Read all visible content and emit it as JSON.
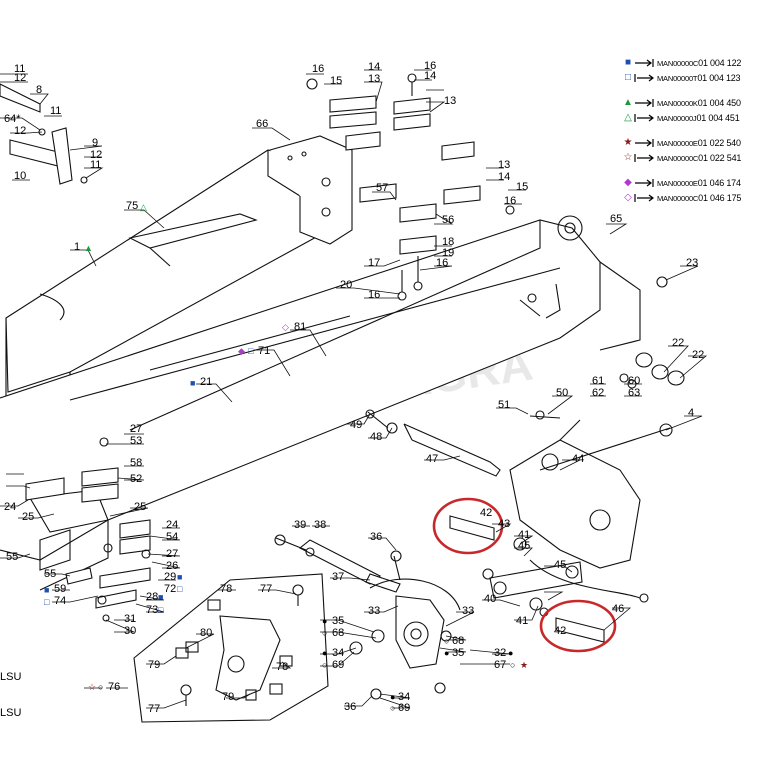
{
  "watermark": "SMEC AGRA",
  "legend": [
    {
      "symbol": "■",
      "color": "#1f4fb0",
      "prefix": "MAN00000C",
      "code": "01 004 122"
    },
    {
      "symbol": "□",
      "color": "#1f4fb0",
      "prefix": "MAN00000T",
      "code": "01 004 123"
    },
    {
      "symbol": "▲",
      "color": "#1a9a3a",
      "prefix": "MAN00000K",
      "code": "01 004 450"
    },
    {
      "symbol": "△",
      "color": "#1a9a3a",
      "prefix": "MAN00000J",
      "code": "01 004 451"
    },
    {
      "symbol": "★",
      "color": "#8a1a1a",
      "prefix": "MAN00000E",
      "code": "01 022 540"
    },
    {
      "symbol": "☆",
      "color": "#8a1a1a",
      "prefix": "MAN00000C",
      "code": "01 022 541"
    },
    {
      "symbol": "◆",
      "color": "#b03ad0",
      "prefix": "MAN00000E",
      "code": "01 046 174"
    },
    {
      "symbol": "◇",
      "color": "#b03ad0",
      "prefix": "MAN00000C",
      "code": "01 046 175"
    }
  ],
  "callouts": [
    {
      "n": "11"
    },
    {
      "n": "12"
    },
    {
      "n": "8"
    },
    {
      "n": "64*"
    },
    {
      "n": "11"
    },
    {
      "n": "12"
    },
    {
      "n": "9"
    },
    {
      "n": "12"
    },
    {
      "n": "11"
    },
    {
      "n": "10"
    },
    {
      "n": "16"
    },
    {
      "n": "15"
    },
    {
      "n": "14"
    },
    {
      "n": "13"
    },
    {
      "n": "16"
    },
    {
      "n": "14"
    },
    {
      "n": "13"
    },
    {
      "n": "66"
    },
    {
      "n": "13"
    },
    {
      "n": "14"
    },
    {
      "n": "15"
    },
    {
      "n": "16"
    },
    {
      "n": "57"
    },
    {
      "n": "56"
    },
    {
      "n": "18"
    },
    {
      "n": "19"
    },
    {
      "n": "17"
    },
    {
      "n": "20"
    },
    {
      "n": "16"
    },
    {
      "n": "16"
    },
    {
      "n": "75"
    },
    {
      "n": "1"
    },
    {
      "n": "65"
    },
    {
      "n": "23"
    },
    {
      "n": "81"
    },
    {
      "n": "71"
    },
    {
      "n": "22"
    },
    {
      "n": "22"
    },
    {
      "n": "21"
    },
    {
      "n": "61"
    },
    {
      "n": "60"
    },
    {
      "n": "62"
    },
    {
      "n": "63"
    },
    {
      "n": "50"
    },
    {
      "n": "51"
    },
    {
      "n": "4"
    },
    {
      "n": "49"
    },
    {
      "n": "48"
    },
    {
      "n": "27"
    },
    {
      "n": "53"
    },
    {
      "n": "47"
    },
    {
      "n": "58"
    },
    {
      "n": "44"
    },
    {
      "n": "52"
    },
    {
      "n": "24"
    },
    {
      "n": "25"
    },
    {
      "n": "25"
    },
    {
      "n": "42"
    },
    {
      "n": "43"
    },
    {
      "n": "39"
    },
    {
      "n": "38"
    },
    {
      "n": "24"
    },
    {
      "n": "54"
    },
    {
      "n": "27"
    },
    {
      "n": "26"
    },
    {
      "n": "36"
    },
    {
      "n": "41"
    },
    {
      "n": "45"
    },
    {
      "n": "55"
    },
    {
      "n": "55"
    },
    {
      "n": "59"
    },
    {
      "n": "74"
    },
    {
      "n": "29"
    },
    {
      "n": "28"
    },
    {
      "n": "72"
    },
    {
      "n": "73"
    },
    {
      "n": "37"
    },
    {
      "n": "45"
    },
    {
      "n": "78"
    },
    {
      "n": "77"
    },
    {
      "n": "40"
    },
    {
      "n": "46"
    },
    {
      "n": "33"
    },
    {
      "n": "33"
    },
    {
      "n": "31"
    },
    {
      "n": "30"
    },
    {
      "n": "35"
    },
    {
      "n": "68"
    },
    {
      "n": "41"
    },
    {
      "n": "42"
    },
    {
      "n": "80"
    },
    {
      "n": "68"
    },
    {
      "n": "34"
    },
    {
      "n": "69"
    },
    {
      "n": "35"
    },
    {
      "n": "32"
    },
    {
      "n": "67"
    },
    {
      "n": "79"
    },
    {
      "n": "78"
    },
    {
      "n": "76"
    },
    {
      "n": "34"
    },
    {
      "n": "77"
    },
    {
      "n": "79"
    },
    {
      "n": "36"
    },
    {
      "n": "69"
    },
    {
      "n": "LSU"
    },
    {
      "n": "LSU"
    }
  ]
}
